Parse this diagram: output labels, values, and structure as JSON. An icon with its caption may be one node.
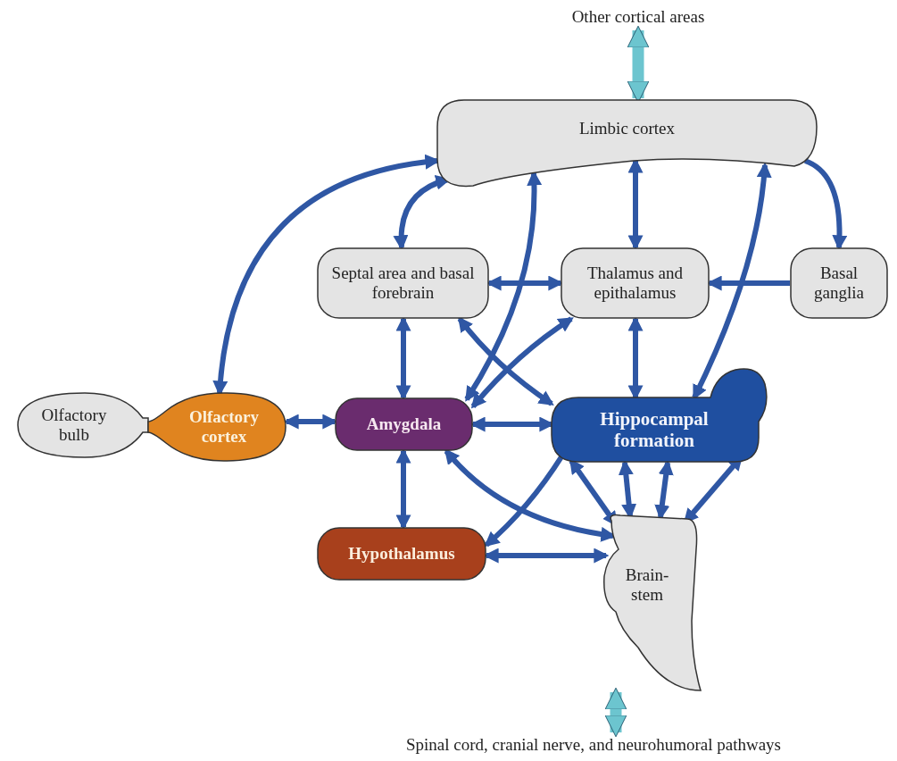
{
  "diagram": {
    "nodes": [
      {
        "text": [
          "Other cortical areas"
        ]
      },
      {
        "text": [
          "Limbic cortex"
        ]
      },
      {
        "text": [
          "Septal area and basal forebrain"
        ]
      },
      {
        "text": [
          "Thalamus and epithalamus"
        ]
      },
      {
        "text": [
          "Basal ganglia"
        ]
      },
      {
        "text": [
          "Olfactory bulb"
        ]
      },
      {
        "text": [
          "Olfactory cortex"
        ]
      },
      {
        "text": [
          "Amygdala"
        ]
      },
      {
        "text": [
          "Hippocampal formation"
        ]
      },
      {
        "text": [
          "Hypothalamus"
        ]
      },
      {
        "text": [
          "Brain- stem"
        ]
      },
      {
        "text": [
          "Spinal cord, cranial nerve, and neurohumoral pathways"
        ]
      }
    ],
    "edges": [
      {
        "from": 0,
        "to": 1,
        "arrow": "both",
        "style": "thick",
        "color": "#6cc5cf"
      },
      {
        "from": 6,
        "to": 1,
        "arrow": "both"
      },
      {
        "from": 2,
        "to": 1,
        "arrow": "both"
      },
      {
        "from": 7,
        "to": 1,
        "arrow": "both"
      },
      {
        "from": 3,
        "to": 1,
        "arrow": "both"
      },
      {
        "from": 8,
        "to": 1,
        "arrow": "both"
      },
      {
        "from": 1,
        "to": 4,
        "arrow": "to"
      },
      {
        "from": 2,
        "to": 3,
        "arrow": "both"
      },
      {
        "from": 4,
        "to": 3,
        "arrow": "to"
      },
      {
        "from": 2,
        "to": 7,
        "arrow": "both"
      },
      {
        "from": 2,
        "to": 8,
        "arrow": "both"
      },
      {
        "from": 3,
        "to": 7,
        "arrow": "both"
      },
      {
        "from": 3,
        "to": 8,
        "arrow": "both"
      },
      {
        "from": 6,
        "to": 7,
        "arrow": "both"
      },
      {
        "from": 7,
        "to": 8,
        "arrow": "both"
      },
      {
        "from": 7,
        "to": 9,
        "arrow": "both"
      },
      {
        "from": 7,
        "to": 10,
        "arrow": "both"
      },
      {
        "from": 8,
        "to": 9,
        "arrow": "to"
      },
      {
        "from": 9,
        "to": 10,
        "arrow": "both"
      },
      {
        "from": 10,
        "to": 8,
        "arrow": "both"
      },
      {
        "from": 10,
        "to": 8,
        "arrow": "both"
      },
      {
        "from": 10,
        "to": 8,
        "arrow": "both"
      },
      {
        "from": 10,
        "to": 8,
        "arrow": "both"
      },
      {
        "from": 10,
        "to": 11,
        "arrow": "both",
        "style": "thick",
        "color": "#6cc5cf"
      }
    ]
  }
}
